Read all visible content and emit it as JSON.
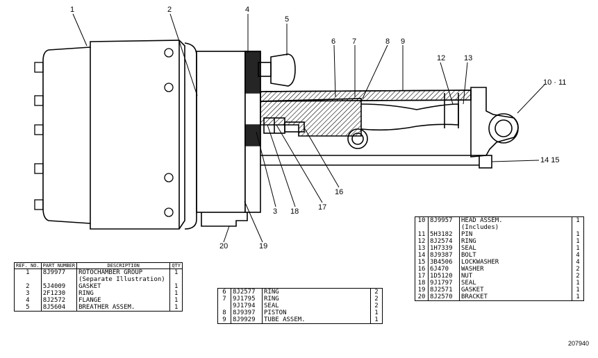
{
  "callouts": {
    "c1": "1",
    "c2": "2",
    "c3": "3",
    "c4": "4",
    "c5": "5",
    "c6": "6",
    "c7": "7",
    "c8": "8",
    "c9": "9",
    "c10_11": "10 · 11",
    "c12": "12",
    "c13": "13",
    "c14_15": "14  15",
    "c16": "16",
    "c17": "17",
    "c18": "18",
    "c19": "19",
    "c20": "20"
  },
  "table_headers": {
    "ref_no": "REF. NO.",
    "part_number": "PART NUMBER",
    "description": "DESCRIPTION",
    "qty": "QTY"
  },
  "table_left": [
    {
      "ref": "1",
      "pn": "8J9977",
      "desc": "ROTOCHAMBER GROUP",
      "qty": "1"
    },
    {
      "ref": "",
      "pn": "",
      "desc": "(Separate Illustration)",
      "qty": ""
    },
    {
      "ref": "2",
      "pn": "5J4009",
      "desc": "GASKET",
      "qty": "1"
    },
    {
      "ref": "3",
      "pn": "2F1230",
      "desc": "RING",
      "qty": "1"
    },
    {
      "ref": "4",
      "pn": "8J2572",
      "desc": "FLANGE",
      "qty": "1"
    },
    {
      "ref": "5",
      "pn": "8J5604",
      "desc": "BREATHER ASSEM.",
      "qty": "1"
    }
  ],
  "table_mid": [
    {
      "ref": "6",
      "pn": "8J2577",
      "desc": "RING",
      "qty": "2"
    },
    {
      "ref": "7",
      "pn": "9J1795",
      "desc": "RING",
      "qty": "2"
    },
    {
      "ref": "",
      "pn": "9J1794",
      "desc": "SEAL",
      "qty": "2"
    },
    {
      "ref": "8",
      "pn": "8J9397",
      "desc": "PISTON",
      "qty": "1"
    },
    {
      "ref": "9",
      "pn": "8J9929",
      "desc": "TUBE ASSEM.",
      "qty": "1"
    }
  ],
  "table_right": [
    {
      "ref": "10",
      "pn": "8J9957",
      "desc": "HEAD ASSEM.",
      "qty": "1"
    },
    {
      "ref": "",
      "pn": "",
      "desc": "(Includes)",
      "qty": ""
    },
    {
      "ref": "11",
      "pn": "5H3182",
      "desc": "PIN",
      "qty": "1"
    },
    {
      "ref": "12",
      "pn": "8J2574",
      "desc": "RING",
      "qty": "1"
    },
    {
      "ref": "13",
      "pn": "1H7339",
      "desc": "SEAL",
      "qty": "1"
    },
    {
      "ref": "14",
      "pn": "8J9387",
      "desc": "BOLT",
      "qty": "4"
    },
    {
      "ref": "15",
      "pn": "3B4506",
      "desc": "LOCKWASHER",
      "qty": "4"
    },
    {
      "ref": "16",
      "pn": "6J470",
      "desc": "WASHER",
      "qty": "2"
    },
    {
      "ref": "17",
      "pn": "1D5120",
      "desc": "NUT",
      "qty": "2"
    },
    {
      "ref": "18",
      "pn": "9J1797",
      "desc": "SEAL",
      "qty": "1"
    },
    {
      "ref": "19",
      "pn": "8J2571",
      "desc": "GASKET",
      "qty": "1"
    },
    {
      "ref": "20",
      "pn": "8J2570",
      "desc": "BRACKET",
      "qty": "1"
    }
  ],
  "figure_number": "207940"
}
